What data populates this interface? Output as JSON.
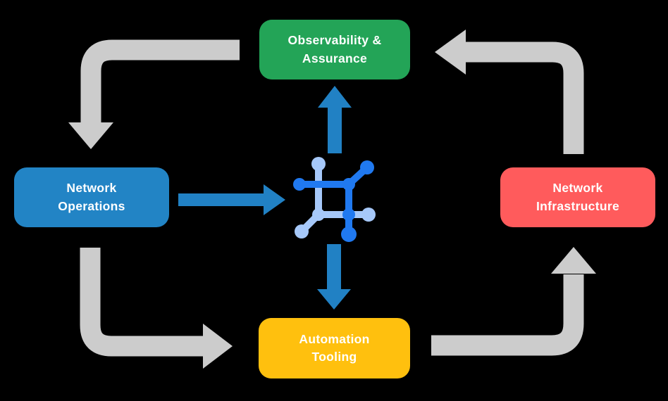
{
  "nodes": {
    "observability": {
      "label": "Observability &\nAssurance",
      "color": "#23A457"
    },
    "operations": {
      "label": "Network\nOperations",
      "color": "#2284C5"
    },
    "infrastructure": {
      "label": "Network\nInfrastructure",
      "color": "#FF5B5C"
    },
    "automation": {
      "label": "Automation\nTooling",
      "color": "#FFC00E"
    }
  },
  "icon": {
    "name": "network-automation-icon"
  },
  "colors": {
    "background": "#000000",
    "cycle_arrow": "#CCCCCC",
    "flow_arrow": "#2181C4",
    "icon_primary": "#2079F0",
    "icon_secondary": "#A6C8F9",
    "text": "#FFFFFF"
  }
}
